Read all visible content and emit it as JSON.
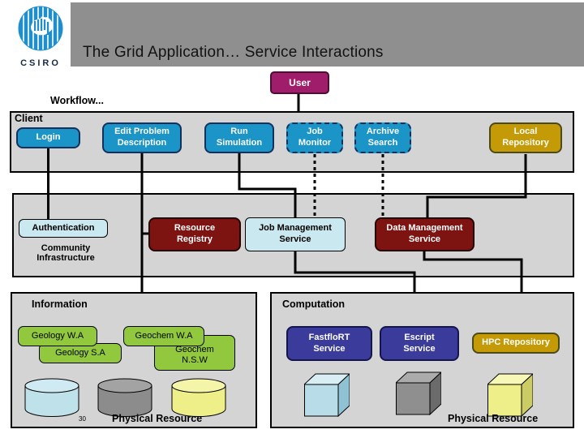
{
  "logo": {
    "wordmark": "CSIRO"
  },
  "header": {
    "title": "The Grid Application… Service Interactions"
  },
  "user": {
    "label": "User"
  },
  "workflow": {
    "label": "Workflow..."
  },
  "client": {
    "label": "Client",
    "login": "Login",
    "edit_problem": "Edit Problem\nDescription",
    "run_simulation": "Run\nSimulation",
    "job_monitor": "Job\nMonitor",
    "archive_search": "Archive\nSearch",
    "local_repository": "Local\nRepository"
  },
  "middleware": {
    "authentication": "Authentication",
    "community_infrastructure": "Community\nInfrastructure",
    "resource_registry": "Resource\nRegistry",
    "job_management": "Job Management\nService",
    "data_management": "Data Management\nService"
  },
  "information": {
    "label": "Information",
    "geology_wa": "Geology W.A",
    "geology_sa": "Geology S.A",
    "geochem_wa": "Geochem W.A",
    "geochem_nsw": "Geochem\nN.S.W",
    "page_number": "30",
    "physical_resource": "Physical Resource"
  },
  "computation": {
    "label": "Computation",
    "fastflo_service": "FastfloRT\nService",
    "escript_service": "Escript\nService",
    "hpc_repository": "HPC Repository",
    "physical_resource": "Physical Resource"
  },
  "colors": {
    "title_band": "#8f8f8f",
    "section_background": "#d4d4d4",
    "client_box_blue": "#1b94c8",
    "client_box_border": "#13315c",
    "gold_box": "#c49a06",
    "dark_red_box": "#7d1412",
    "light_blue_box": "#c9e8f0",
    "indigo_box": "#3b3b9b",
    "green_box": "#92c83e",
    "user_box_magenta": "#a01d6b",
    "logo_blue": "#1e8fcc",
    "cylinder_blue": "#bfe1ea",
    "cylinder_gray": "#8c8c8c",
    "cylinder_yellow": "#efef8a"
  }
}
